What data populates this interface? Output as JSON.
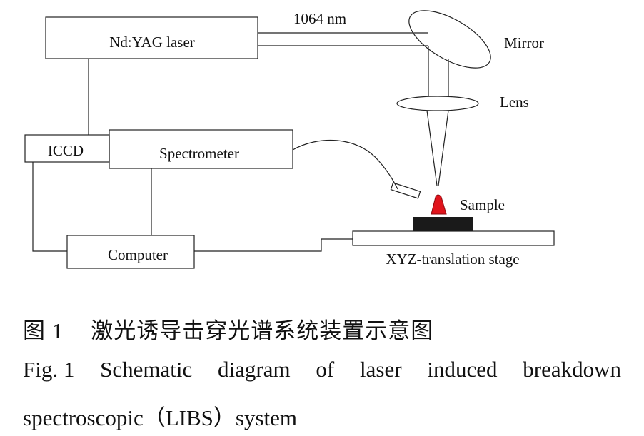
{
  "diagram": {
    "laser_label": "Nd:YAG laser",
    "wavelength_label": "1064 nm",
    "mirror_label": "Mirror",
    "lens_label": "Lens",
    "iccd_label": "ICCD",
    "spectrometer_label": "Spectrometer",
    "sample_label": "Sample",
    "computer_label": "Computer",
    "stage_label": "XYZ-translation stage",
    "sample_color": "#e0141c",
    "holder_color": "#1a1a1a"
  },
  "caption": {
    "zh_number": "图 1",
    "zh_text": "激光诱导击穿光谱系统装置示意图",
    "en_words": [
      "Fig. 1",
      "Schematic",
      "diagram",
      "of",
      "laser",
      "induced",
      "breakdown"
    ],
    "en_line2": "spectroscopic（LIBS）system"
  }
}
